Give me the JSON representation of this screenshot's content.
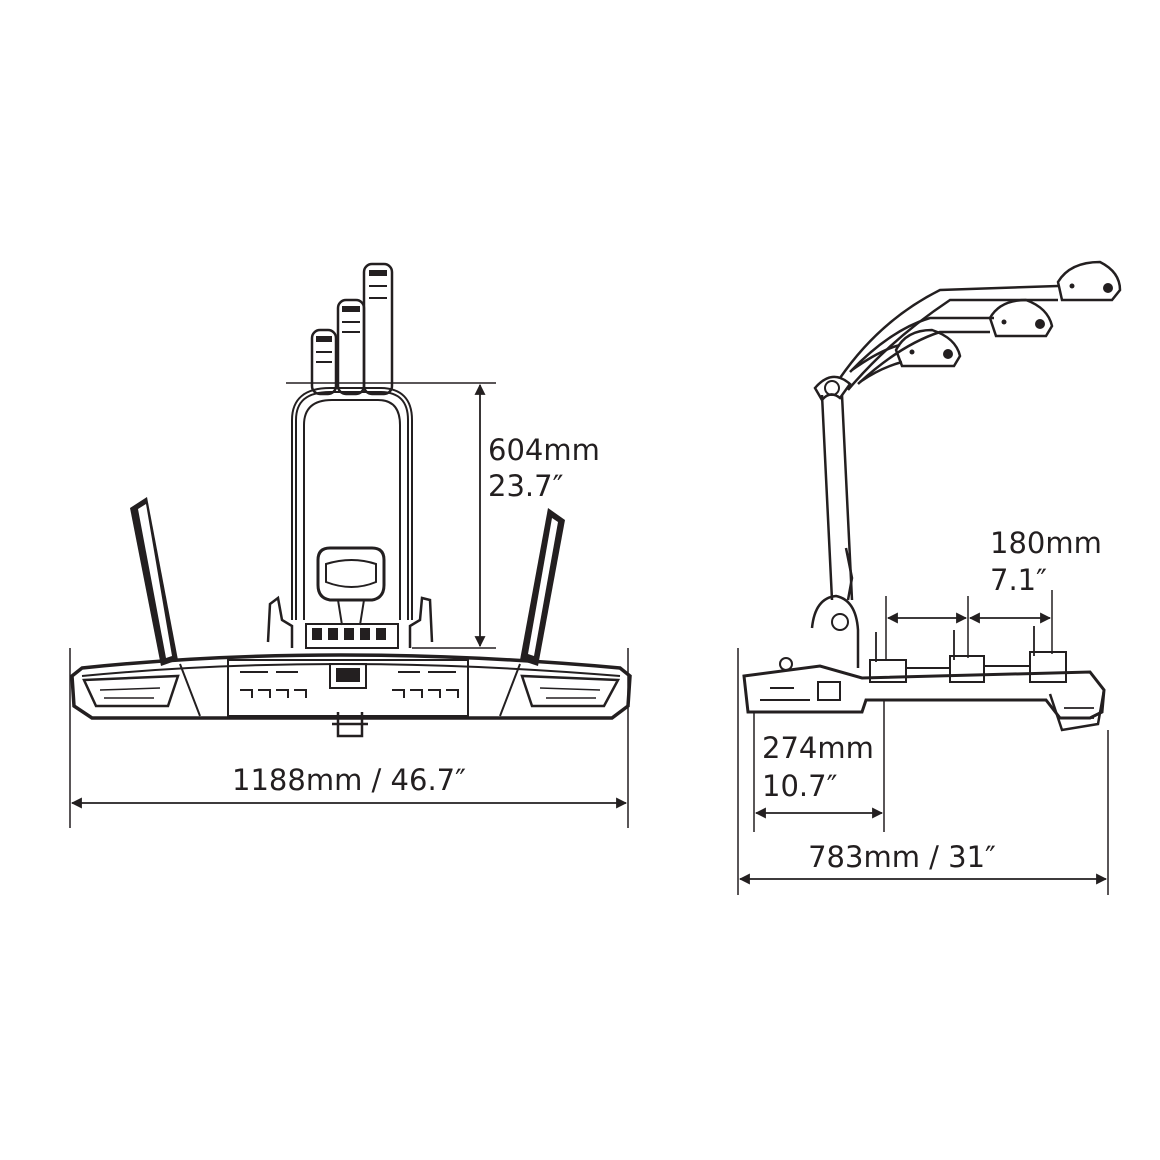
{
  "front_view": {
    "width_label": "1188mm / 46.7″",
    "height_mm": "604mm",
    "height_in": "23.7″"
  },
  "side_view": {
    "spacing_mm": "180mm",
    "spacing_in": "7.1″",
    "offset_mm": "274mm",
    "offset_in": "10.7″",
    "depth_label": "783mm / 31″"
  },
  "colors": {
    "line": "#231f20",
    "background": "#ffffff"
  }
}
